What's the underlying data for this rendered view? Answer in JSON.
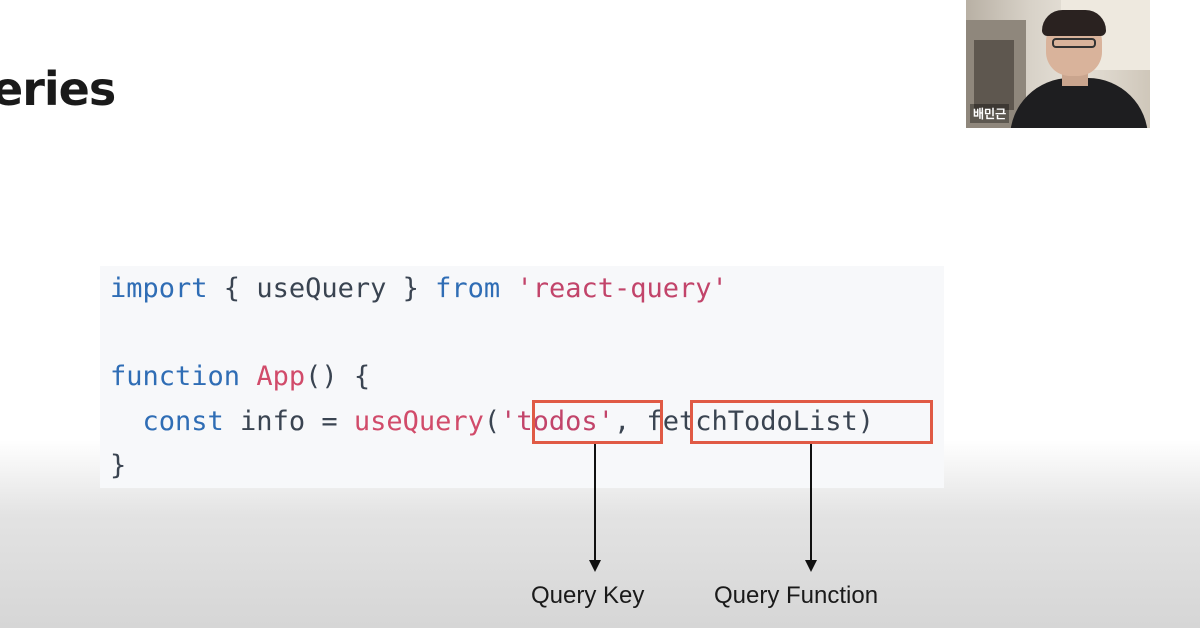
{
  "slide": {
    "title": "eries",
    "code": {
      "line1": {
        "import": "import",
        "open": " { ",
        "name": "useQuery",
        "close": " } ",
        "from": "from",
        "space": " ",
        "module": "'react-query'"
      },
      "line2": {
        "function": "function",
        "space": " ",
        "name": "App",
        "rest": "() {"
      },
      "line3": {
        "indent": "  ",
        "const": "const",
        "rest": " info = ",
        "call": "useQuery",
        "open": "(",
        "key": "'todos'",
        "comma": ", ",
        "fn": "fetchTodoList",
        "close": ")"
      },
      "line4": {
        "text": "}"
      }
    },
    "callouts": {
      "query_key": "Query Key",
      "query_function": "Query Function"
    },
    "highlight_color": "#e05a45"
  },
  "webcam": {
    "speaker_name": "배민근"
  }
}
